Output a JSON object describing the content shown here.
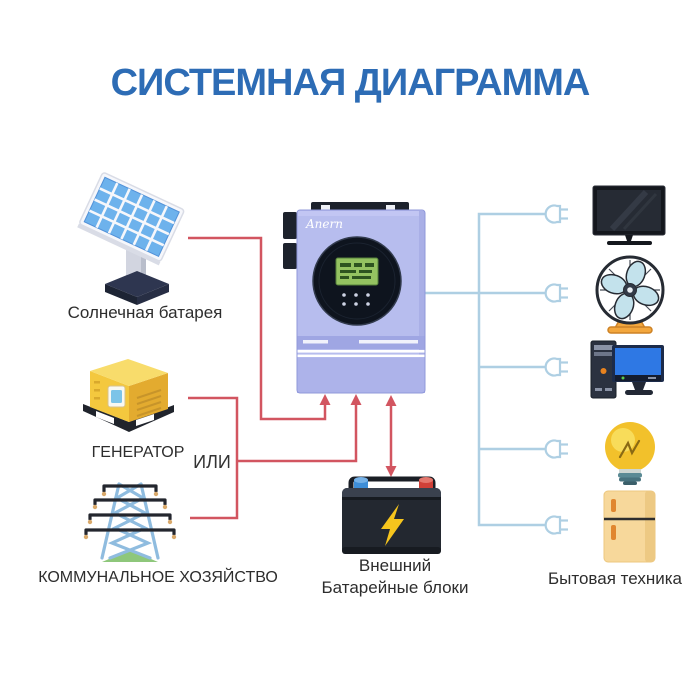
{
  "title": "СИСТЕМНАЯ ДИАГРАММА",
  "colors": {
    "title_blue": "#2d6cb5",
    "dc_line_red": "#d25560",
    "ac_line_blue": "#aecfe3",
    "inverter_body": "#b7bdee",
    "label_text": "#2d2d2d"
  },
  "nodes": {
    "solar": {
      "label": "Солнечная батарея",
      "icon": "solar-panel-icon"
    },
    "generator": {
      "label": "ГЕНЕРАТОР",
      "icon": "generator-icon"
    },
    "or_label": "ИЛИ",
    "utility": {
      "label": "КОММУНАЛЬНОЕ ХОЗЯЙСТВО",
      "icon": "power-tower-icon"
    },
    "inverter": {
      "brand": "Anern",
      "icon": "inverter-icon"
    },
    "battery": {
      "label_line1": "Внешний",
      "label_line2": "Батарейные блоки",
      "icon": "battery-icon"
    },
    "appliances": {
      "label": "Бытовая техника",
      "icons": [
        "tv-icon",
        "fan-icon",
        "computer-icon",
        "light-bulb-icon",
        "fridge-icon"
      ]
    }
  }
}
